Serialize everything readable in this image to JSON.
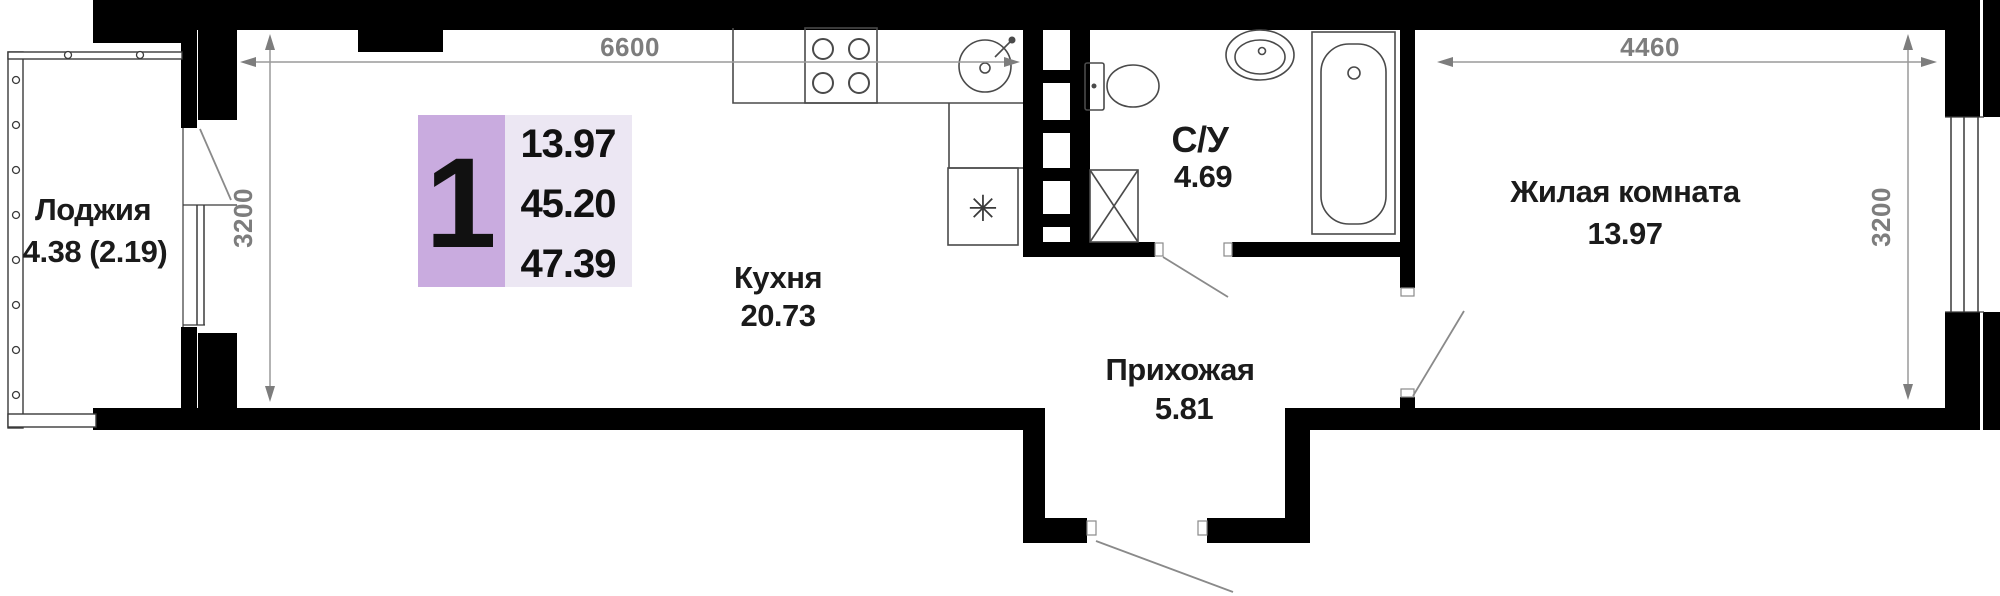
{
  "plan": {
    "unit_badge": {
      "number": "1",
      "area_living": "13.97",
      "area_main": "45.20",
      "area_total": "47.39"
    },
    "rooms": {
      "loggia": {
        "name": "Лоджия",
        "area": "4.38 (2.19)"
      },
      "kitchen": {
        "name": "Кухня",
        "area": "20.73"
      },
      "bathroom": {
        "name": "С/У",
        "area": "4.69"
      },
      "hallway": {
        "name": "Прихожая",
        "area": "5.81"
      },
      "living": {
        "name": "Жилая комната",
        "area": "13.97"
      }
    },
    "dimensions": {
      "kitchen_width": "6600",
      "kitchen_depth": "3200",
      "living_width": "4460",
      "living_depth": "3200"
    },
    "fixtures": {
      "fridge_symbol": "✳"
    },
    "colors": {
      "wall": "#000000",
      "badge_dark": "#c9abdf",
      "badge_light": "#ece7f3",
      "dim": "#7d7d7d"
    }
  }
}
